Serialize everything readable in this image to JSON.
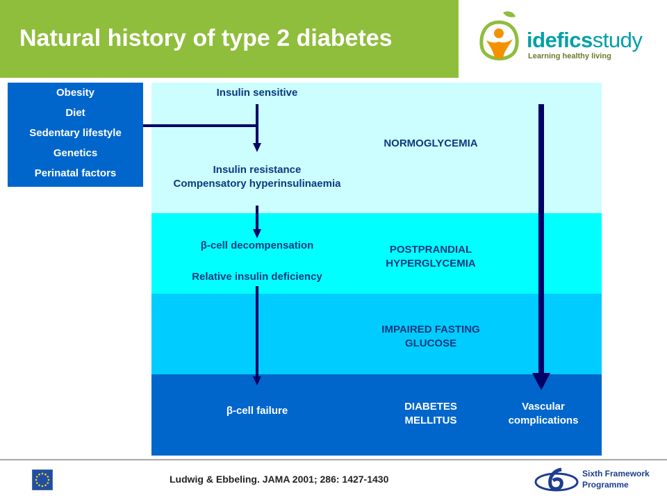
{
  "header": {
    "title": "Natural history of type 2 diabetes",
    "logo": {
      "name_bold": "idefics",
      "name_light": "study",
      "tagline": "Learning healthy living"
    }
  },
  "risk_factors": [
    "Obesity",
    "Diet",
    "Sedentary lifestyle",
    "Genetics",
    "Perinatal factors"
  ],
  "pathway": {
    "insulin_sensitive": "Insulin sensitive",
    "insulin_resistance": "Insulin resistance",
    "hyperinsulinaemia": "Compensatory hyperinsulinaemia",
    "decompensation": "β-cell decompensation",
    "relative_deficiency": "Relative insulin deficiency",
    "failure": "β-cell failure"
  },
  "stages": {
    "normoglycemia": "NORMOGLYCEMIA",
    "postprandial_1": "POSTPRANDIAL",
    "postprandial_2": "HYPERGLYCEMIA",
    "ifg_1": "IMPAIRED FASTING",
    "ifg_2": "GLUCOSE",
    "dm_1": "DIABETES",
    "dm_2": "MELLITUS"
  },
  "complications": {
    "line1": "Vascular",
    "line2": "complications"
  },
  "footer": {
    "citation": "Ludwig & Ebbeling. JAMA 2001; 286: 1427-1430",
    "programme_line1": "Sixth Framework",
    "programme_line2": "Programme"
  },
  "colors": {
    "header_green": "#8fbd3c",
    "band_1": "#ccfdff",
    "band_2": "#00ffff",
    "band_3": "#00ccff",
    "band_4": "#0066cc",
    "label_dark_blue": "#0b3a7e",
    "arrow_navy": "#000066"
  }
}
